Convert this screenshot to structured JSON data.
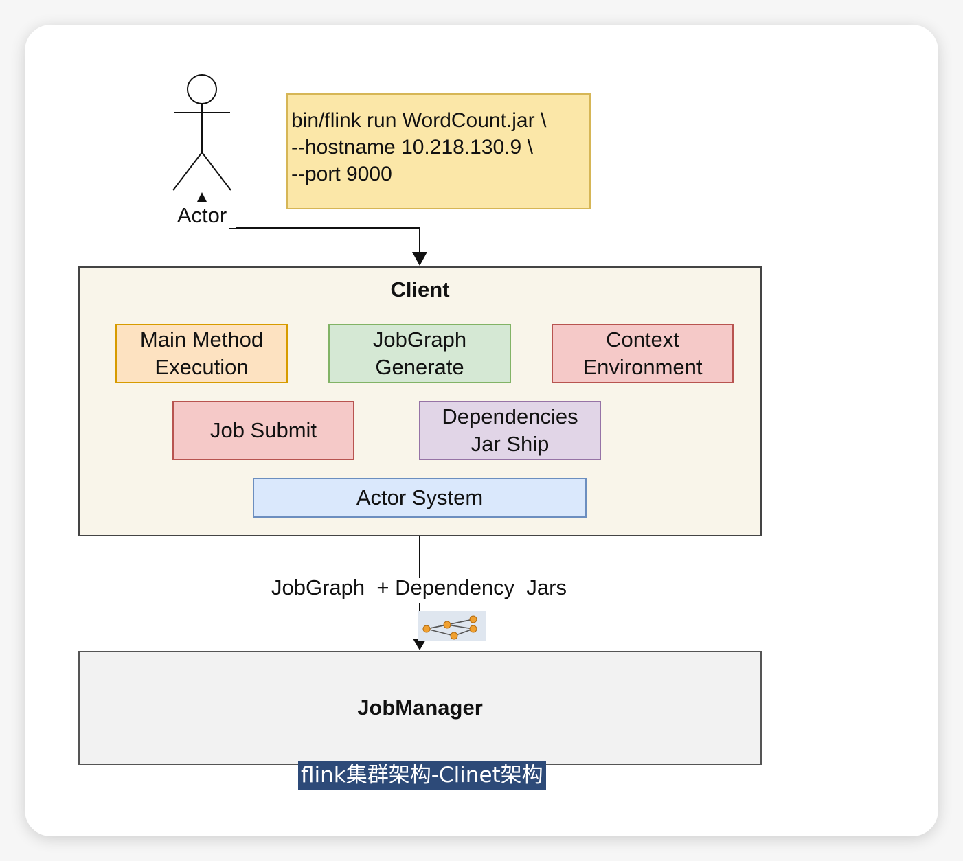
{
  "diagram": {
    "actor_label": "Actor",
    "command_lines": "bin/flink run WordCount.jar \\\n--hostname 10.218.130.9 \\\n--port 9000",
    "client": {
      "title": "Client",
      "main_method": "Main Method\nExecution",
      "jobgraph_generate": "JobGraph\nGenerate",
      "context_environment": "Context\nEnvironment",
      "job_submit": "Job Submit",
      "dependencies": "Dependencies\nJar Ship",
      "actor_system": "Actor System"
    },
    "flow_label": "JobGraph  + Dependency  Jars",
    "jobmanager": "JobManager"
  },
  "caption": "flink集群架构-Clinet架构",
  "colors": {
    "command_fill": "#fbe7a8",
    "client_fill": "#f9f5ea",
    "orange_fill": "#fde2c1",
    "green_fill": "#d5e8d4",
    "red_fill": "#f5c9c8",
    "purple_fill": "#e1d5e7",
    "blue_fill": "#dae8fc",
    "jobmanager_fill": "#f2f2f2",
    "caption_bg": "#2d4a78"
  }
}
